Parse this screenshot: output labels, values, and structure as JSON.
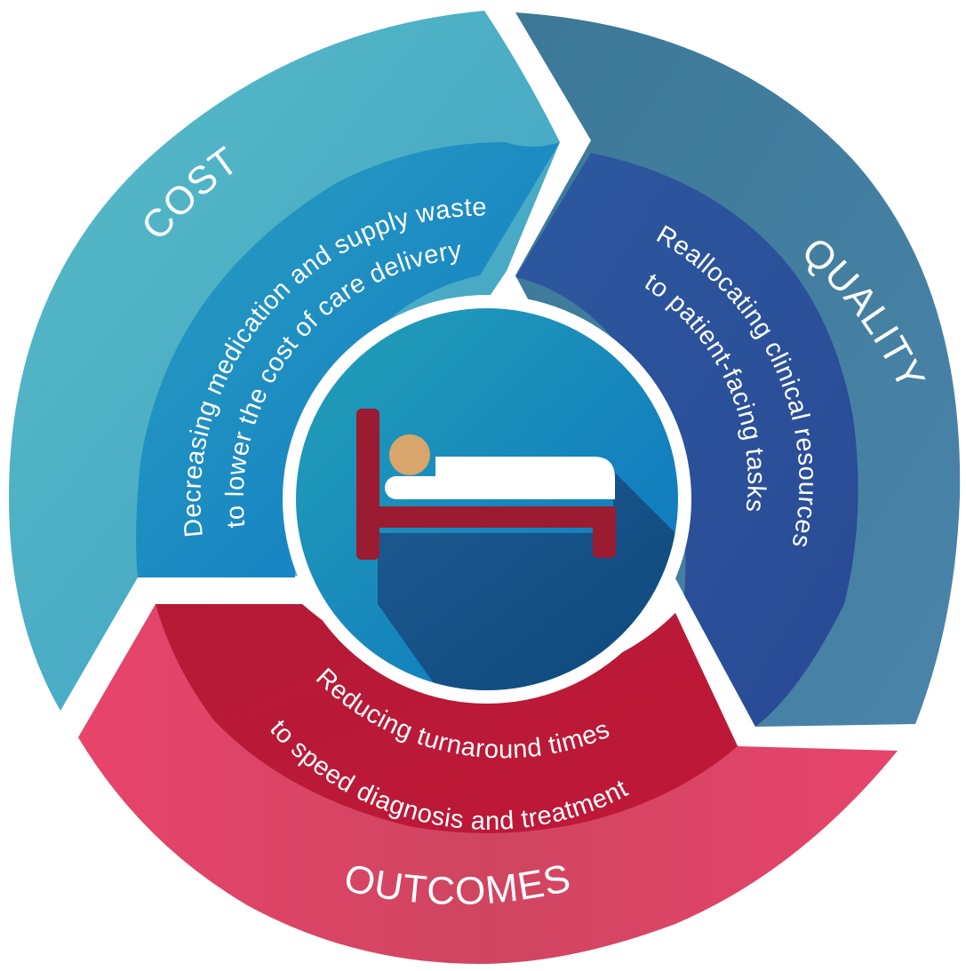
{
  "segments": {
    "cost": {
      "title": "COST",
      "line1": "Decreasing medication and supply waste",
      "line2": "to lower the cost of care delivery"
    },
    "quality": {
      "title": "QUALITY",
      "line1": "Reallocating clinical resources",
      "line2": "to patient-facing tasks"
    },
    "outcomes": {
      "title": "OUTCOMES",
      "line1": "Reducing turnaround times",
      "line2": "to speed diagnosis and treatment"
    }
  },
  "center": {
    "icon": "hospital-bed-patient-icon"
  },
  "colors": {
    "cost_outer": "#4fb3c3",
    "cost_inner": "#1f8fc4",
    "quality_outer": "#3f7ba0",
    "quality_inner": "#2f55a0",
    "outcomes_outer": "#e4466a",
    "outcomes_inner": "#b8183a",
    "center": "#1982c2",
    "bed_frame": "#9a1c2e",
    "patient_head": "#d8a56c",
    "sheet": "#ffffff"
  }
}
